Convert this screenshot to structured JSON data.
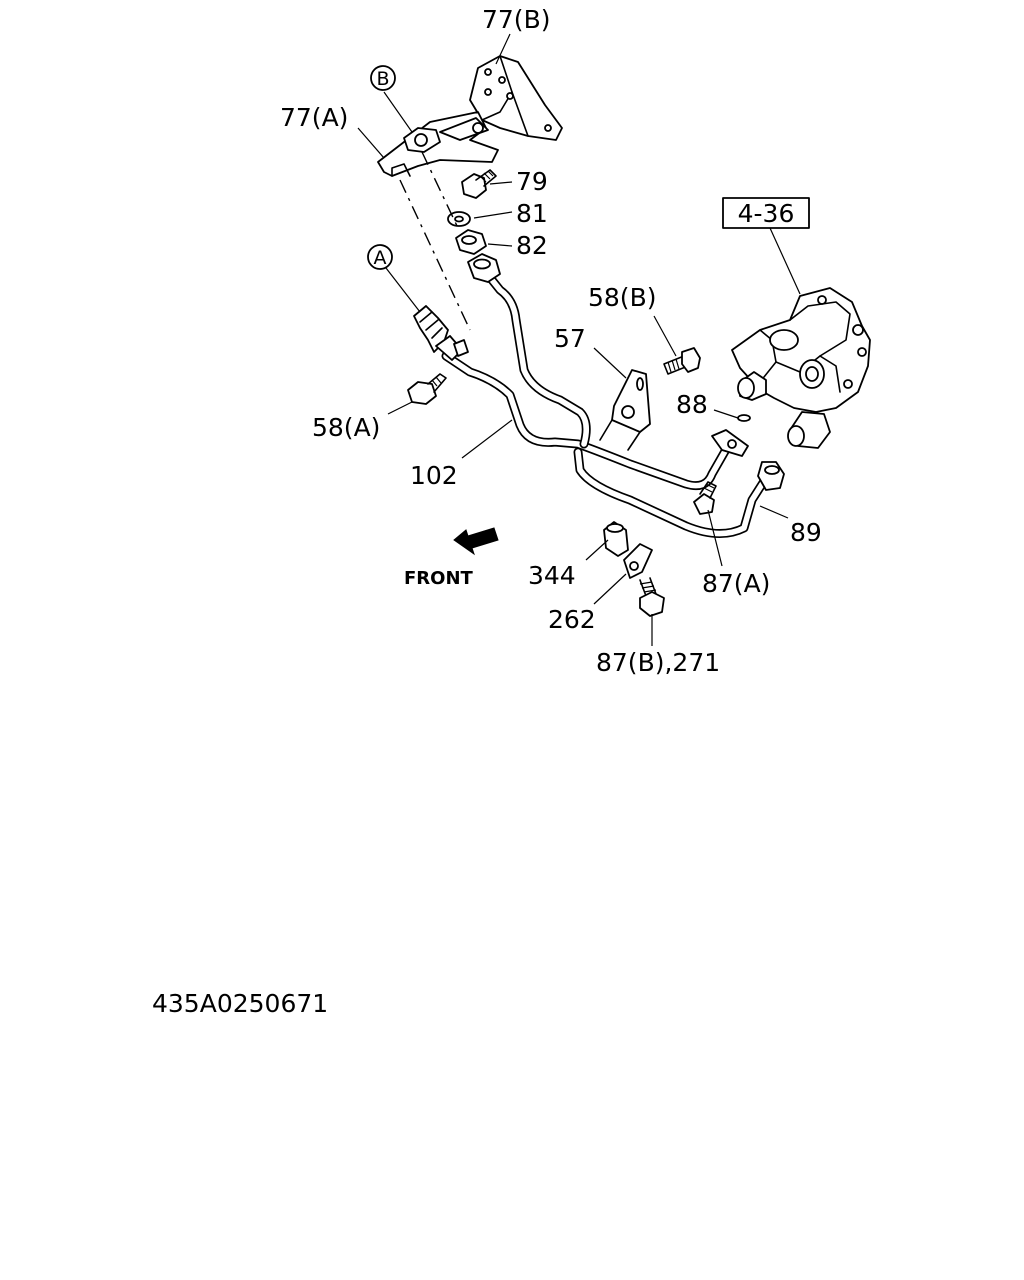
{
  "diagram": {
    "labels": {
      "l77b": "77(B)",
      "l77a": "77(A)",
      "circB": "B",
      "circA": "A",
      "l79": "79",
      "l81": "81",
      "l82": "82",
      "l436": "4-36",
      "l58b": "58(B)",
      "l57": "57",
      "l88": "88",
      "l58a": "58(A)",
      "l102": "102",
      "l89": "89",
      "front": "FRONT",
      "l344": "344",
      "l87a": "87(A)",
      "l262": "262",
      "l87b271": "87(B),271"
    },
    "drawing_code": "435A0250671"
  }
}
